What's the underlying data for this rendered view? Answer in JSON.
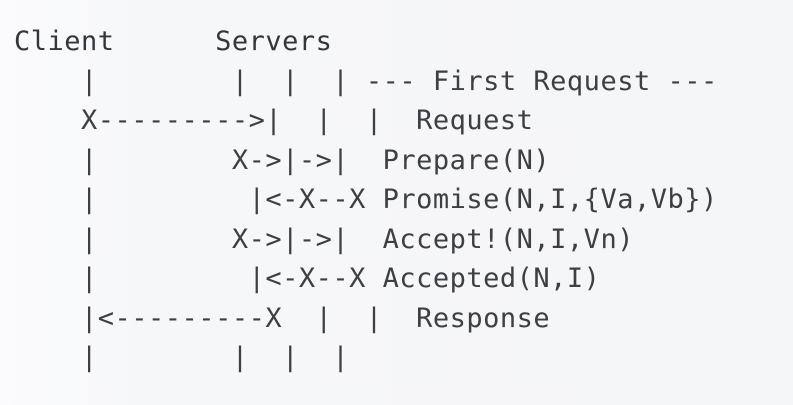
{
  "figure": {
    "kind": "ascii-sequence-diagram",
    "title_visible": false,
    "background_color": "#f6f7f9",
    "text_color": "#3c4043",
    "font_kind": "monospace",
    "char_columns": 45,
    "char_rows": 10
  },
  "lanes": {
    "client_header": "Client",
    "servers_header": "Servers",
    "client_column": 4,
    "server_columns": [
      13,
      16,
      19
    ],
    "annotation_column": 22
  },
  "header_row": "Client      Servers",
  "rows": [
    {
      "id": "row-header",
      "lane_art": "Client      Servers",
      "annotation": "",
      "full": "Client      Servers"
    },
    {
      "id": "row-first-request-banner",
      "lane_art": "    |        |  |  | ",
      "annotation": "--- First Request ---",
      "full": "    |        |  |  | --- First Request ---"
    },
    {
      "id": "row-request",
      "lane_art": "    X--------->|  |  | ",
      "annotation": " Request",
      "full": "    X--------->|  |  |  Request"
    },
    {
      "id": "row-prepare",
      "lane_art": "    |        X->|->| ",
      "annotation": " Prepare(N)",
      "full": "    |        X->|->|  Prepare(N)"
    },
    {
      "id": "row-promise",
      "lane_art": "    |         |<-X--X",
      "annotation": " Promise(N,I,{Va,Vb})",
      "full": "    |         |<-X--X Promise(N,I,{Va,Vb})"
    },
    {
      "id": "row-accept",
      "lane_art": "    |        X->|->| ",
      "annotation": " Accept!(N,I,Vn)",
      "full": "    |        X->|->|  Accept!(N,I,Vn)"
    },
    {
      "id": "row-accepted",
      "lane_art": "    |         |<-X--X",
      "annotation": " Accepted(N,I)",
      "full": "    |         |<-X--X Accepted(N,I)"
    },
    {
      "id": "row-response",
      "lane_art": "    |<---------X  |  | ",
      "annotation": " Response",
      "full": "    |<---------X  |  |  Response"
    },
    {
      "id": "row-tail",
      "lane_art": "    |        |  |  | ",
      "annotation": "",
      "full": "    |        |  |  | "
    }
  ],
  "messages": [
    {
      "label": "--- First Request ---",
      "from": "",
      "to": "",
      "type": "banner"
    },
    {
      "label": "Request",
      "from": "client",
      "to": "server1",
      "type": "request"
    },
    {
      "label": "Prepare(N)",
      "from": "server1",
      "to": "server2,server3",
      "type": "broadcast"
    },
    {
      "label": "Promise(N,I,{Va,Vb})",
      "from": "server2,server3",
      "to": "server1",
      "type": "reply"
    },
    {
      "label": "Accept!(N,I,Vn)",
      "from": "server1",
      "to": "server2,server3",
      "type": "broadcast"
    },
    {
      "label": "Accepted(N,I)",
      "from": "server2,server3",
      "to": "server1",
      "type": "reply"
    },
    {
      "label": "Response",
      "from": "server1",
      "to": "client",
      "type": "response"
    }
  ],
  "annotations": {
    "banner": "--- First Request ---",
    "request": "Request",
    "prepare": "Prepare(N)",
    "promise": "Promise(N,I,{Va,Vb})",
    "accept": "Accept!(N,I,Vn)",
    "accepted": "Accepted(N,I)",
    "response": "Response"
  },
  "full_text": "Client      Servers\n    |        |  |  | --- First Request ---\n    X--------->|  |  |  Request\n    |        X->|->|  Prepare(N)\n    |         |<-X--X Promise(N,I,{Va,Vb})\n    |        X->|->|  Accept!(N,I,Vn)\n    |         |<-X--X Accepted(N,I)\n    |<---------X  |  |  Response\n    |        |  |  | "
}
